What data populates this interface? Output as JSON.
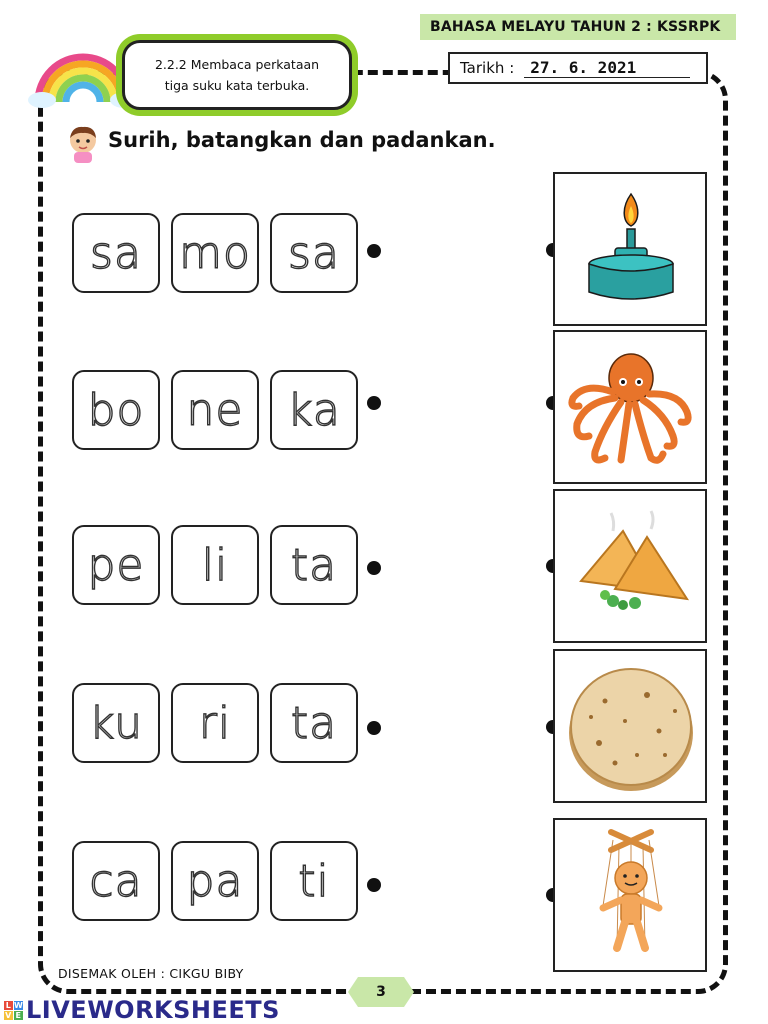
{
  "header": {
    "title": "BAHASA MELAYU TAHUN 2 : KSSRPK",
    "banner_color": "#c9e7a8"
  },
  "date": {
    "label": "Tarikh",
    "separator": ":",
    "value": "27. 6. 2021"
  },
  "standard": {
    "line1": "2.2.2 Membaca perkataan",
    "line2": "tiga suku kata terbuka."
  },
  "instruction": "Surih, batangkan dan padankan.",
  "words": [
    {
      "syllables": [
        "sa",
        "mo",
        "sa"
      ]
    },
    {
      "syllables": [
        "bo",
        "ne",
        "ka"
      ]
    },
    {
      "syllables": [
        "pe",
        "li",
        "ta"
      ]
    },
    {
      "syllables": [
        "ku",
        "ri",
        "ta"
      ]
    },
    {
      "syllables": [
        "ca",
        "pa",
        "ti"
      ]
    }
  ],
  "pictures": [
    {
      "icon": "oil-lamp-pelita-icon"
    },
    {
      "icon": "octopus-kurita-icon"
    },
    {
      "icon": "samosa-icon"
    },
    {
      "icon": "chapati-capati-icon"
    },
    {
      "icon": "puppet-boneka-icon"
    }
  ],
  "footer": {
    "checked_by": "DISEMAK OLEH : CIKGU BIBY",
    "page_number": "3",
    "brand": "LIVEWORKSHEETS",
    "brand_logo_letters": [
      "L",
      "W",
      "V",
      "E"
    ]
  },
  "colors": {
    "accent_green": "#8fcc2a",
    "brand_blue": "#2a2a8a"
  }
}
